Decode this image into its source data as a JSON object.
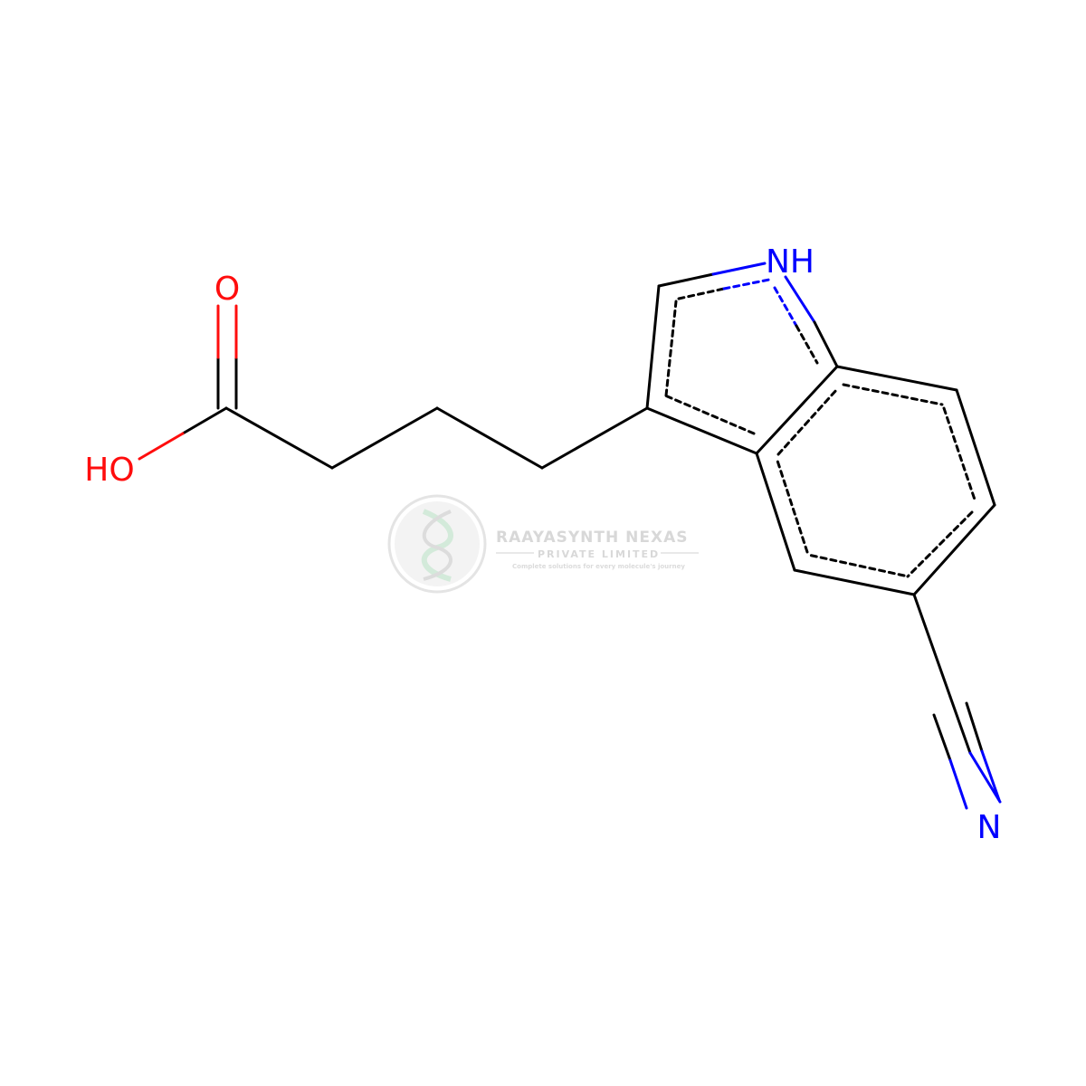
{
  "atoms": {
    "carbonyl_o": "O",
    "hydroxyl": "HO",
    "indole_nh": "NH",
    "nitrile_n": "N"
  },
  "colors": {
    "bond": "#000000",
    "oxygen": "#ff0d0d",
    "nitrogen": "#0000ff",
    "watermark": "#d2d2d2"
  },
  "watermark": {
    "title": "RAAYASYNTH NEXAS",
    "subtitle": "PRIVATE LIMITED",
    "tagline": "Complete solutions for every molecule's journey"
  }
}
